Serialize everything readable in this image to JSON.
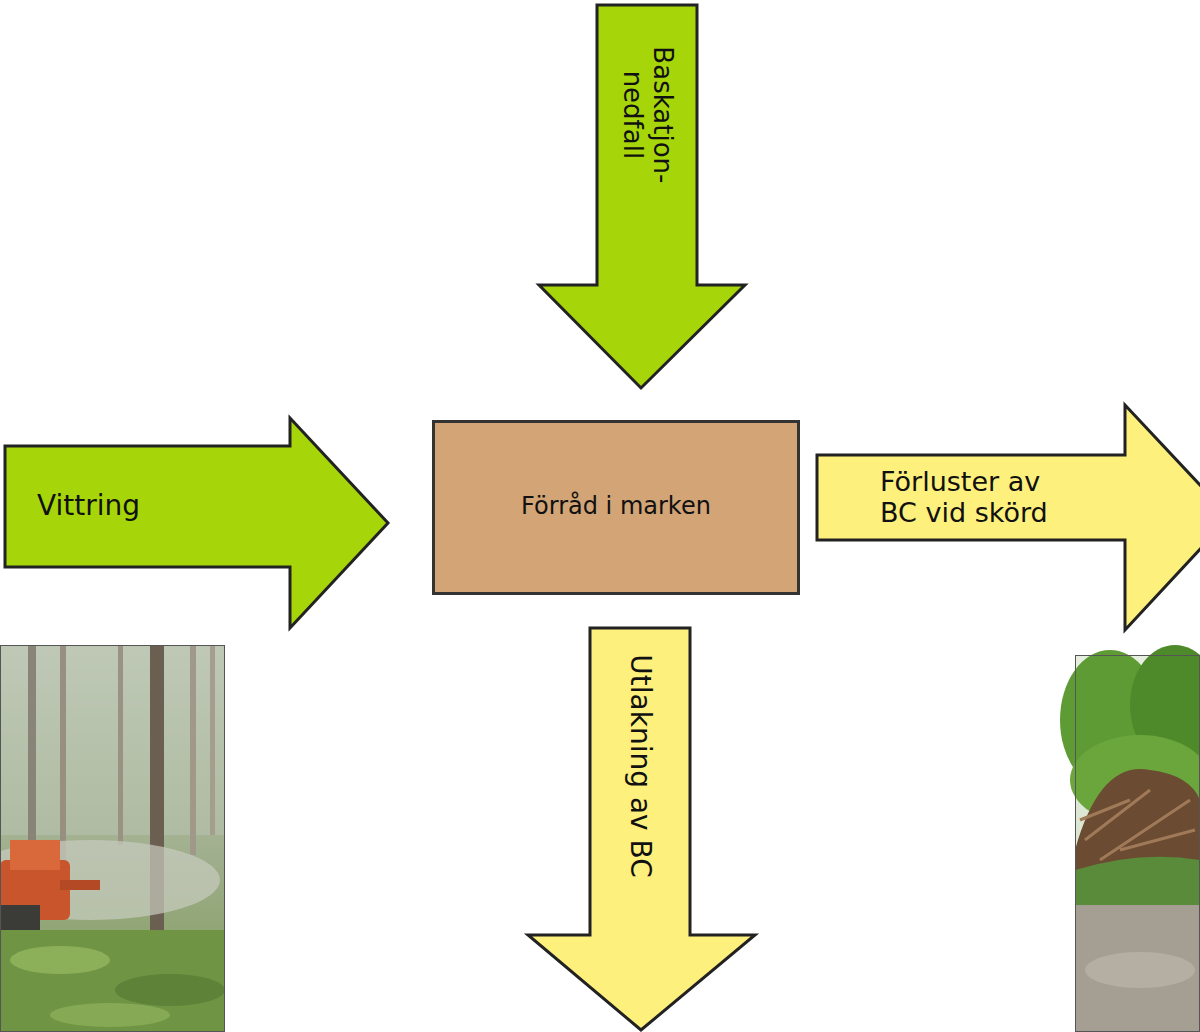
{
  "diagram": {
    "nodes": [
      {
        "text": [
          "Baskatjon- nedfall"
        ]
      },
      {
        "text": [
          "Vittring"
        ]
      },
      {
        "text": [
          "Förråd i marken"
        ]
      },
      {
        "text": [
          "Förluster av BC vid skörd"
        ]
      },
      {
        "text": [
          "Utlakning av BC"
        ]
      }
    ]
  }
}
